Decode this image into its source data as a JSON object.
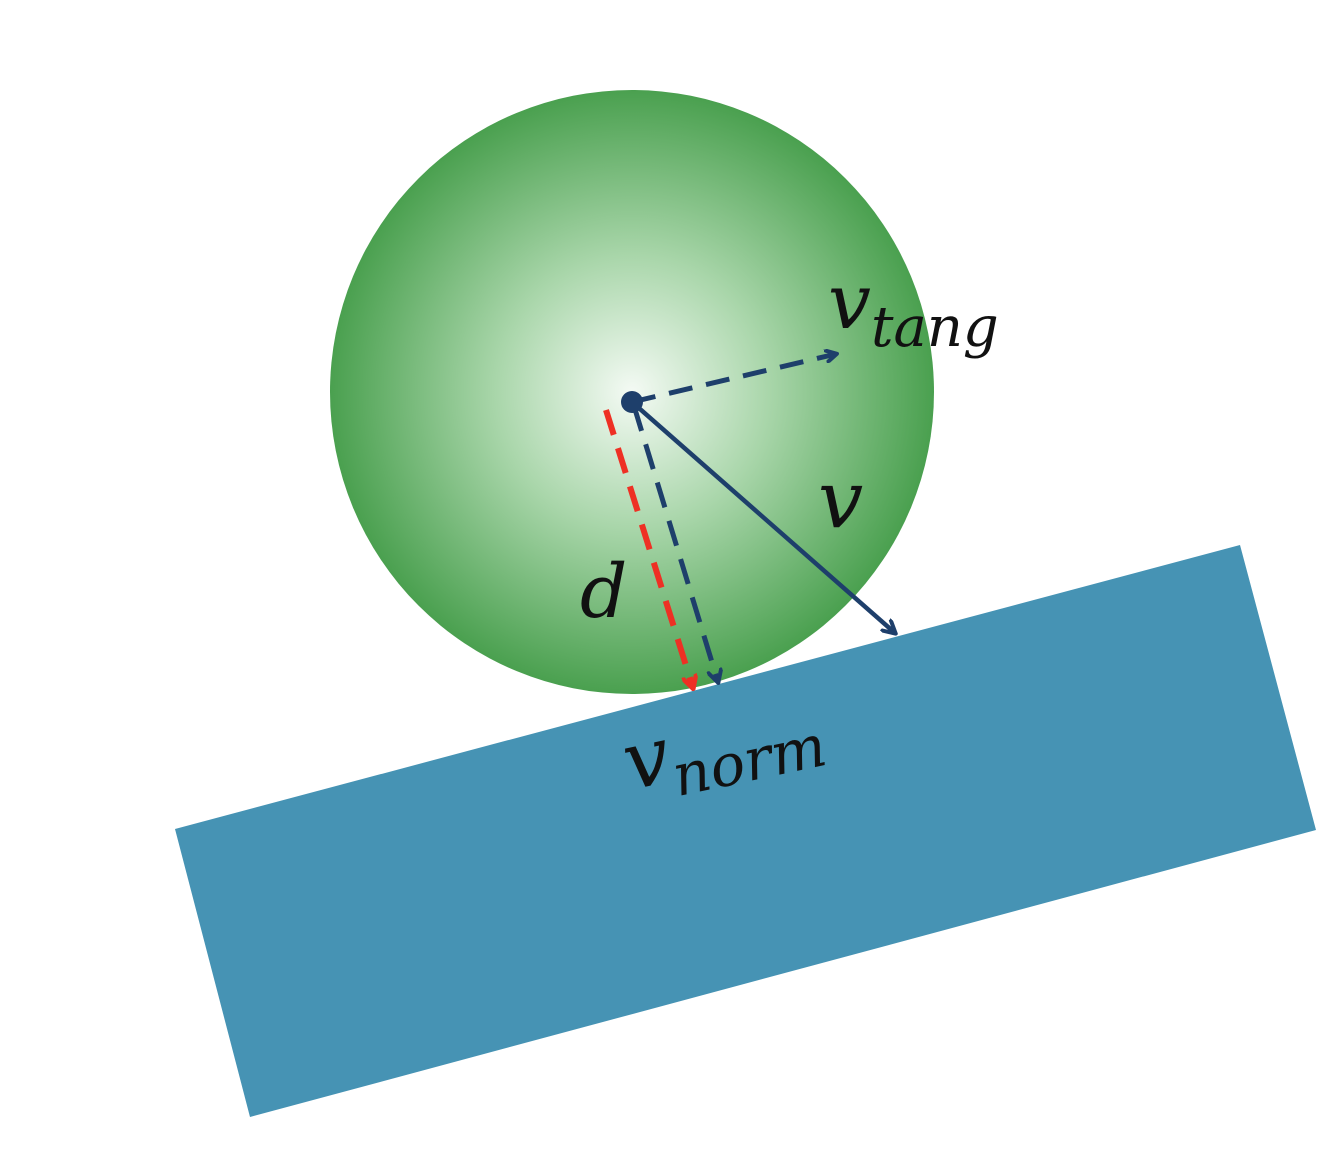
{
  "labels": {
    "v_tang_base": "v",
    "v_tang_sub": "tang",
    "v": "v",
    "d": "d",
    "v_norm_base": "v",
    "v_norm_sub": "norm"
  },
  "colors": {
    "background": "#ffffff",
    "ball_center": "#f4faf4",
    "ball_mid": "#9ccf9d",
    "ball_edge": "#4aa04f",
    "surface": "#4693b4",
    "vector": "#1e3f6b",
    "distance": "#ee3024",
    "text": "#111111"
  }
}
